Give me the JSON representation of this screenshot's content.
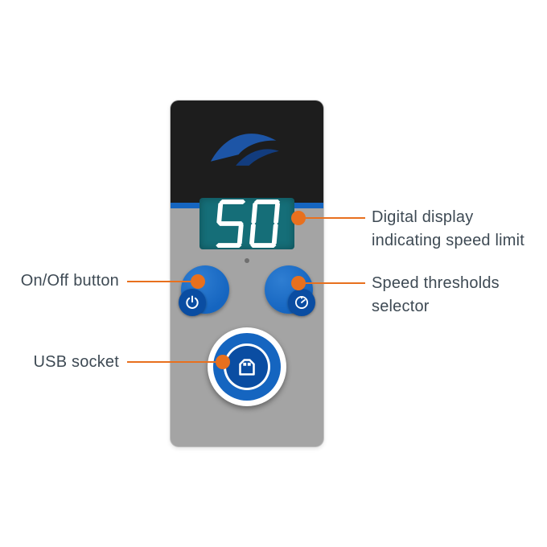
{
  "device": {
    "display": {
      "value": "50"
    },
    "power_button": {
      "icon": "power-icon"
    },
    "speed_button": {
      "icon": "speedometer-icon"
    },
    "usb_socket": {
      "icon": "usb-b-icon"
    },
    "logo_icon": "fish-logo"
  },
  "callouts": [
    {
      "id": "display",
      "lines": [
        "Digital display",
        "indicating speed limit"
      ],
      "side": "right"
    },
    {
      "id": "power",
      "lines": [
        "On/Off button"
      ],
      "side": "left"
    },
    {
      "id": "speed",
      "lines": [
        "Speed thresholds",
        "selector"
      ],
      "side": "right"
    },
    {
      "id": "usb",
      "lines": [
        "USB socket"
      ],
      "side": "left"
    }
  ],
  "colors": {
    "accent_orange": "#E8701E",
    "device_gray": "#A4A4A4",
    "panel_black": "#1D1D1D",
    "blue": "#1565C0",
    "dark_blue": "#0A4DA2",
    "display_teal": "#156E78",
    "label_text": "#3E4A54",
    "logo_blue": "#1D55A6",
    "logo_blue_dark": "#123C7E"
  }
}
